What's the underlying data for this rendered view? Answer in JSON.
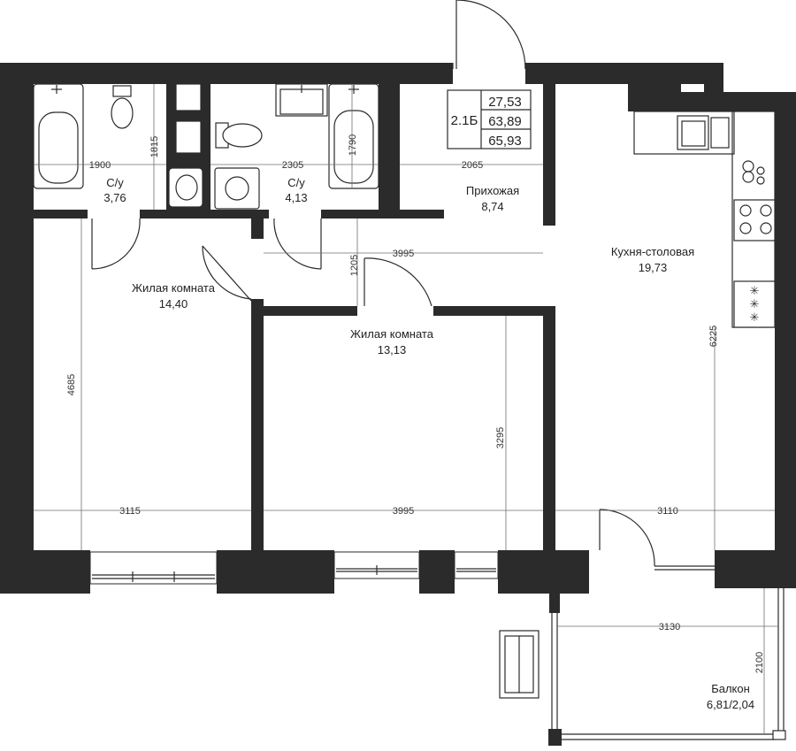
{
  "apartment": {
    "code": "2.1Б",
    "areas": [
      "27,53",
      "63,89",
      "65,93"
    ]
  },
  "rooms": {
    "bath1": {
      "name": "С/у",
      "area": "3,76"
    },
    "bath2": {
      "name": "С/у",
      "area": "4,13"
    },
    "hall": {
      "name": "Прихожая",
      "area": "8,74"
    },
    "kitchen": {
      "name": "Кухня-столовая",
      "area": "19,73"
    },
    "living1": {
      "name": "Жилая комната",
      "area": "14,40"
    },
    "living2": {
      "name": "Жилая комната",
      "area": "13,13"
    },
    "balcony": {
      "name": "Балкон",
      "area": "6,81/2,04"
    }
  },
  "dims": {
    "d1900": "1900",
    "d1815": "1815",
    "d2305": "2305",
    "d1790": "1790",
    "d2065": "2065",
    "d3995_top": "3995",
    "d1205": "1205",
    "d4685": "4685",
    "d3295": "3295",
    "d6225": "6225",
    "d3115": "3115",
    "d3995_bot": "3995",
    "d3110": "3110",
    "d3130": "3130",
    "d2100": "2100"
  }
}
